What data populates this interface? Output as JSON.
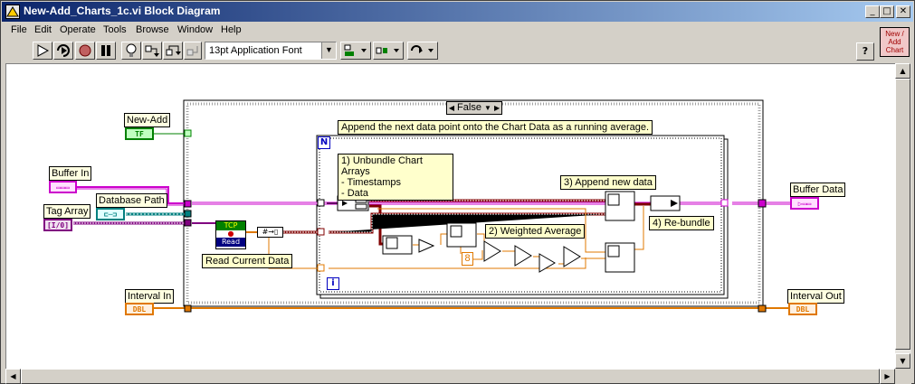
{
  "window": {
    "title": "New-Add_Charts_1c.vi Block Diagram",
    "minimize_glyph": "_",
    "maximize_glyph": "□",
    "close_glyph": "✕"
  },
  "menu": [
    "File",
    "Edit",
    "Operate",
    "Tools",
    "Browse",
    "Window",
    "Help"
  ],
  "toolbar": {
    "font_selector": "13pt Application Font",
    "buttons": [
      "run-arrow-icon",
      "run-continuous-icon",
      "abort-icon",
      "pause-icon",
      "highlight-execution-icon",
      "step-into-icon",
      "step-over-icon",
      "step-out-icon",
      "align-objects-icon",
      "distribute-objects-icon",
      "reorder-icon"
    ],
    "help_glyph": "?"
  },
  "vi_icon": {
    "line1": "New /",
    "line2": "Add",
    "line3": "Chart"
  },
  "diagram": {
    "case_selector": "False",
    "case_left_arrow": "◀",
    "case_right_arrow": "▶",
    "case_dropdown": "▼",
    "comment_append": "Append the next data point onto the Chart Data as a running average.",
    "loop_count": "N",
    "loop_index": "i",
    "comment_unbundle_title": "1) Unbundle Chart Arrays",
    "comment_unbundle_line1": "- Timestamps",
    "comment_unbundle_line2": "- Data",
    "comment_weighted": "2) Weighted Average",
    "comment_append_new": "3) Append new data",
    "comment_rebundle": "4) Re-bundle",
    "constant_8": "8",
    "read_current_data": "Read Current Data",
    "read_node_line1": "TCP",
    "read_node_line2": "Read",
    "labels": {
      "new_add": "New-Add",
      "buffer_in": "Buffer In",
      "database_path": "Database Path",
      "tag_array": "Tag Array",
      "interval_in": "Interval In",
      "buffer_data": "Buffer Data",
      "interval_out": "Interval Out"
    },
    "terminals": {
      "new_add": "TF",
      "tag_array": "[I/0]",
      "interval_in": "DBL",
      "interval_out": "DBL"
    }
  },
  "colors": {
    "bool_wire": "#008000",
    "cluster_wire": "#cc00cc",
    "path_wire": "#008080",
    "array_wire": "#800080",
    "dbl_wire": "#e07800",
    "titlebar_start": "#0a246a",
    "titlebar_end": "#a6caf0"
  }
}
